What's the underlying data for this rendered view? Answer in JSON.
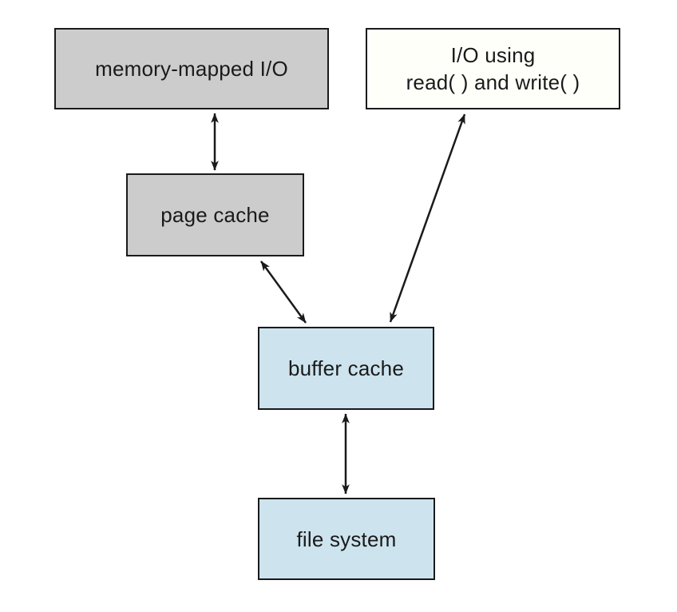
{
  "diagram": {
    "description": "I/O paths through page cache and buffer cache",
    "boxes": [
      {
        "id": "memory-mapped-io",
        "label": "memory-mapped I/O",
        "fill": "#cccccc"
      },
      {
        "id": "io-read-write",
        "label": "I/O using\nread( ) and write( )",
        "fill": "#fffffa"
      },
      {
        "id": "page-cache",
        "label": "page cache",
        "fill": "#cccccc"
      },
      {
        "id": "buffer-cache",
        "label": "buffer cache",
        "fill": "#cde4ee"
      },
      {
        "id": "file-system",
        "label": "file system",
        "fill": "#cde4ee"
      }
    ],
    "edges": [
      {
        "from": "memory-mapped-io",
        "to": "page-cache",
        "style": "bidirectional-arrow"
      },
      {
        "from": "page-cache",
        "to": "buffer-cache",
        "style": "bidirectional-arrow"
      },
      {
        "from": "io-read-write",
        "to": "buffer-cache",
        "style": "bidirectional-arrow"
      },
      {
        "from": "buffer-cache",
        "to": "file-system",
        "style": "bidirectional-arrow"
      }
    ],
    "colors": {
      "background": "#ffffff",
      "border": "#1a1a1a",
      "arrow": "#1a1a1a",
      "gray_box": "#cccccc",
      "white_box": "#fffffa",
      "blue_box": "#cde4ee"
    }
  }
}
